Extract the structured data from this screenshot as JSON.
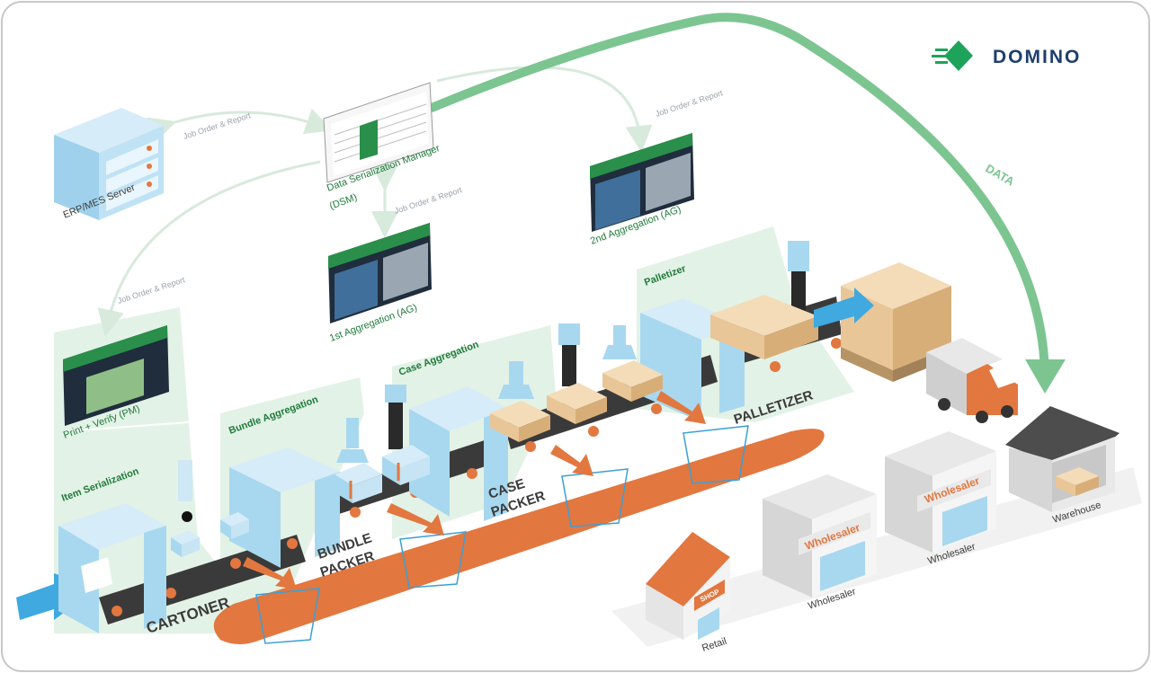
{
  "brand": {
    "name": "DOMINO",
    "color": "#1d3f6e",
    "accent": "#1ea35a"
  },
  "colors": {
    "flow_arrow": "#7cc591",
    "ghost_arrow": "#d7eadc",
    "conveyor_path": "#e2773f",
    "machine": "#a8d8ef",
    "zone": "#e3f2e6",
    "belt": "#3b3a3a",
    "box": "#e9c697",
    "green_label": "#1f7a3a",
    "dark_label": "#3b3b3b"
  },
  "data_flow": {
    "label": "DATA"
  },
  "systems": {
    "erp": {
      "label": "ERP/MES Server",
      "icon": "server-icon"
    },
    "dsm": {
      "label_line1": "Data Serialization Manager",
      "label_line2": "(DSM)",
      "icon": "monitor-icon"
    },
    "ag1": {
      "label": "1st Aggregation (AG)",
      "icon": "monitor-icon"
    },
    "ag2": {
      "label": "2nd Aggregation (AG)",
      "icon": "monitor-icon"
    },
    "pm": {
      "label": "Print + Verify (PM)",
      "icon": "monitor-icon"
    }
  },
  "connector_labels": {
    "erp_dsm": "Job Order & Report",
    "dsm_ag1": "Job Order & Report",
    "dsm_ag2": "Job Order & Report",
    "erp_pm": "Job Order & Report"
  },
  "zones": {
    "item_serialization": "Item Serialization",
    "bundle_aggregation": "Bundle Aggregation",
    "case_aggregation": "Case Aggregation",
    "palletizer": "Palletizer"
  },
  "machines": {
    "cartoner": "CARTONER",
    "bundle_packer_1": "BUNDLE",
    "bundle_packer_2": "PACKER",
    "case_packer_1": "CASE",
    "case_packer_2": "PACKER",
    "palletizer": "PALLETIZER"
  },
  "destinations": {
    "retail": "Retail",
    "retail_sign": "SHOP",
    "wholesaler_1": "Wholesaler",
    "wholesaler_1_sign": "Wholesaler",
    "wholesaler_2": "Wholesaler",
    "wholesaler_2_sign": "Wholesaler",
    "warehouse": "Warehouse"
  }
}
